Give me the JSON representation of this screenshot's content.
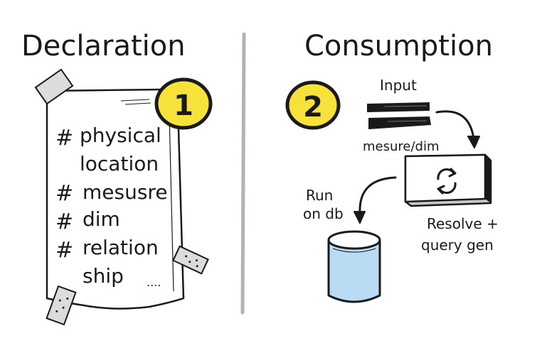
{
  "left": {
    "title": "Declaration",
    "step": "1",
    "items": [
      {
        "bullet": "#",
        "lines": [
          "physical",
          "location"
        ]
      },
      {
        "bullet": "#",
        "lines": [
          "mesusre"
        ]
      },
      {
        "bullet": "#",
        "lines": [
          "dim"
        ]
      },
      {
        "bullet": "#",
        "lines": [
          "relation",
          "ship"
        ]
      }
    ],
    "more": "...."
  },
  "right": {
    "title": "Consumption",
    "step": "2",
    "input_label": "Input",
    "input_sublabel": "mesure/dim",
    "resolve_lines": [
      "Resolve +",
      "query gen"
    ],
    "run_lines": [
      "Run",
      "on db"
    ]
  },
  "colors": {
    "badge": "#f7e23b",
    "database": "#b9dcf4",
    "ink": "#1a1a1a",
    "tape": "#dcdcdc",
    "divider": "#b3b3b3"
  }
}
